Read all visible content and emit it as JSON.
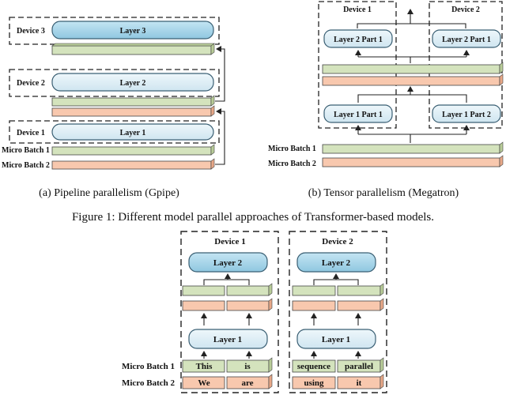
{
  "panel_a": {
    "devices": [
      "Device 3",
      "Device 2",
      "Device 1"
    ],
    "layers": [
      "Layer 3",
      "Layer 2",
      "Layer 1"
    ],
    "micro_batches": [
      "Micro Batch 1",
      "Micro Batch 2"
    ],
    "caption": "(a) Pipeline parallelism (Gpipe)"
  },
  "panel_b": {
    "devices": [
      "Device 1",
      "Device 2"
    ],
    "layer2_parts": [
      "Layer 2 Part 1",
      "Layer 2 Part 1"
    ],
    "layer1_parts": [
      "Layer 1 Part 1",
      "Layer 1 Part 2"
    ],
    "micro_batches": [
      "Micro Batch 1",
      "Micro Batch 2"
    ],
    "caption": "(b) Tensor parallelism (Megatron)"
  },
  "figure_caption": "Figure 1: Different model parallel approaches of Transformer-based models.",
  "panel_c": {
    "devices": [
      "Device 1",
      "Device 2"
    ],
    "layer2": "Layer 2",
    "layer1": "Layer 1",
    "micro_batches": [
      "Micro Batch 1",
      "Micro Batch 2"
    ],
    "device1_tokens_mb1": [
      "This",
      "is"
    ],
    "device1_tokens_mb2": [
      "We",
      "are"
    ],
    "device2_tokens_mb1": [
      "sequence",
      "parallel"
    ],
    "device2_tokens_mb2": [
      "using",
      "it"
    ]
  },
  "colors": {
    "layer_fill": "#a9d7ea",
    "layer_light_fill": "#dcebf3",
    "green_fill": "#d4e3bd",
    "orange_fill": "#f8c8ae",
    "line": "#222222"
  }
}
